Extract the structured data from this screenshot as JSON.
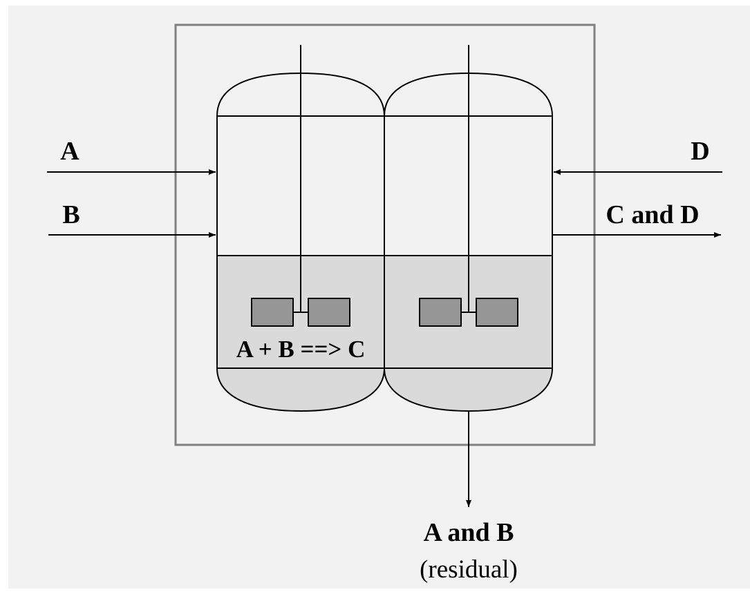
{
  "streams": {
    "inlet_a": "A",
    "inlet_b": "B",
    "inlet_d": "D",
    "outlet_cd": "C and D",
    "outlet_ab": "A and B",
    "outlet_ab_note": "(residual)"
  },
  "reaction": "A + B ==> C",
  "colors": {
    "background": "#f2f2f2",
    "frame": "#808080",
    "liquid": "#dadada",
    "impeller": "#969696",
    "line": "#000000"
  }
}
